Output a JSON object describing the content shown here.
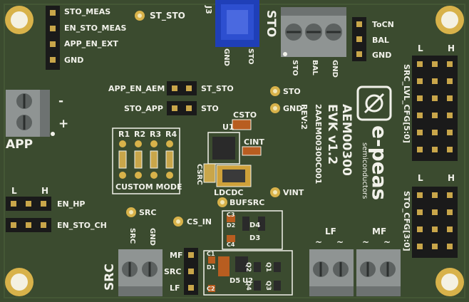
{
  "board": {
    "colors": {
      "pcb": "#3b4b2f",
      "pad": "#d8b24a",
      "silk": "#f1f1ea",
      "header": "#1a1a1a",
      "terminal": "#8f9493",
      "jumper": "#2d4fd0"
    },
    "labels": {
      "sto_meas": "STO_MEAS",
      "en_sto_meas": "EN_STO_MEAS",
      "app_en_ext": "APP_EN_EXT",
      "gnd_top": "GND",
      "st_sto_top": "ST_STO",
      "j3": "J3",
      "sto_big": "STO",
      "j3_gnd": "GND",
      "j3_sto": "STO",
      "tocn": "ToCN",
      "bal": "BAL",
      "gnd_right": "GND",
      "term_sto": "STO",
      "term_bal": "BAL",
      "term_gnd": "GND",
      "l_top": "L",
      "h_top": "H",
      "src_lvl_cfg": "SRC_LVL_CFG[5:0]",
      "l_mid": "L",
      "h_mid": "H",
      "sto_cfg": "STO_CFG[3:0]",
      "app_en_aem": "APP_EN_AEM",
      "st_sto_mid": "ST_STO",
      "sto_app": "STO_APP",
      "sto_mid": "STO",
      "tp_sto": "STO",
      "tp_gnd": "GND",
      "tp_vint": "VINT",
      "tp_bufsrc": "BUFSRC",
      "tp_src": "SRC",
      "tp_cs_in": "CS_IN",
      "app": "APP",
      "minus": "-",
      "plus": "+",
      "cint": "CINT",
      "csto": "CSTO",
      "u1": "U1",
      "csrc": "CSRC",
      "ldcdc": "LDCDC",
      "r1": "R1",
      "r2": "R2",
      "r3": "R3",
      "r4": "R4",
      "custom_mode": "CUSTOM MODE",
      "part_no": "2AAEM00300C001",
      "rev": "REV:2",
      "product": "AEM00300",
      "evk": "EVK v1.2",
      "brand": "e-peas",
      "brand_sub": "semiconductors",
      "l_left": "L",
      "h_left": "H",
      "en_hp": "EN_HP",
      "en_sto_ch": "EN_STO_CH",
      "src_t1": "SRC",
      "gnd_t1": "GND",
      "src_big": "SRC",
      "mf_sel": "MF",
      "src_sel": "SRC",
      "lf_sel": "LF",
      "lf_term": "LF",
      "mf_term": "MF",
      "tilde": "~",
      "c3": "C3",
      "d2": "D2",
      "c4": "C4",
      "d4": "D4",
      "d3": "D3",
      "c1": "C1",
      "d1": "D1",
      "c2": "C2",
      "d5": "D5",
      "u2": "U2",
      "q1": "Q1",
      "q2": "Q2",
      "q3": "Q3",
      "q4": "Q4"
    }
  }
}
